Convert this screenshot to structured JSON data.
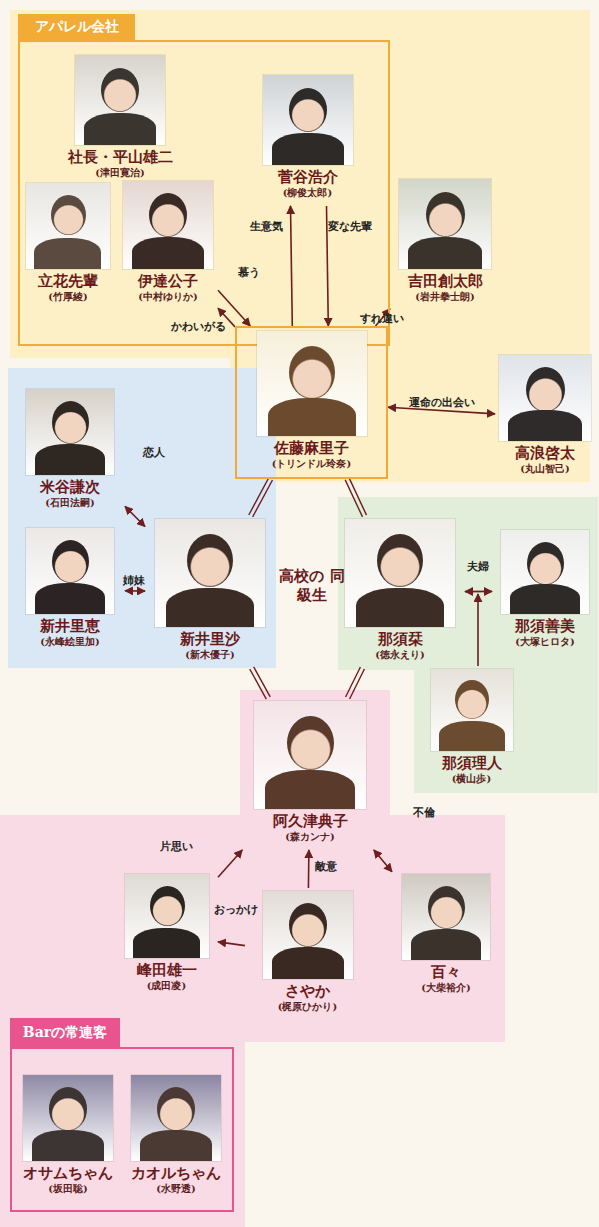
{
  "diagram": {
    "nodes": [
      {
        "text": [
          "アパレル会社"
        ]
      },
      {
        "text": [
          "社長・平山雄二",
          "(津田寛治)"
        ],
        "in": 0
      },
      {
        "text": [
          "菅谷浩介",
          "(柳俊太郎)"
        ],
        "in": 0
      },
      {
        "text": [
          "立花先輩",
          "(竹厚綾)"
        ],
        "in": 0
      },
      {
        "text": [
          "伊達公子",
          "(中村ゆりか)"
        ],
        "in": 0
      },
      {
        "text": [
          "吉田創太郎",
          "(岩井拳士朗)"
        ]
      },
      {
        "text": [
          "佐藤麻里子",
          "(トリンドル玲奈)"
        ]
      },
      {
        "text": [
          "高浪啓太",
          "(丸山智己)"
        ]
      },
      {
        "text": [
          "米谷謙次",
          "(石田法嗣)"
        ]
      },
      {
        "text": [
          "新井里恵",
          "(永峰絵里加)"
        ]
      },
      {
        "text": [
          "新井里沙",
          "(新木優子)"
        ]
      },
      {
        "text": [
          "那須栞",
          "(徳永えり)"
        ]
      },
      {
        "text": [
          "那須善美",
          "(大塚ヒロタ)"
        ]
      },
      {
        "text": [
          "那須理人",
          "(横山歩)"
        ]
      },
      {
        "text": [
          "阿久津典子",
          "(森カンナ)"
        ]
      },
      {
        "text": [
          "峰田雄一",
          "(成田凌)"
        ]
      },
      {
        "text": [
          "さやか",
          "(梶原ひかり)"
        ]
      },
      {
        "text": [
          "百々",
          "(大柴裕介)"
        ]
      },
      {
        "text": [
          "Barの常連客"
        ]
      },
      {
        "text": [
          "オサムちゃん",
          "(坂田聡)"
        ],
        "in": 18
      },
      {
        "text": [
          "カオルちゃん",
          "(水野透)"
        ],
        "in": 18
      }
    ],
    "edges": [
      {
        "from": 4,
        "to": 6,
        "label": "慕う",
        "arrow": "to"
      },
      {
        "from": 6,
        "to": 4,
        "label": "かわいがる",
        "arrow": "to"
      },
      {
        "from": 6,
        "to": 2,
        "label": "生意気",
        "arrow": "to"
      },
      {
        "from": 2,
        "to": 6,
        "label": "変な先輩",
        "arrow": "to"
      },
      {
        "from": 6,
        "to": 5,
        "label": "すれ違い",
        "arrow": "to"
      },
      {
        "from": 6,
        "to": 7,
        "label": "運命の出会い",
        "arrow": "both"
      },
      {
        "from": 8,
        "to": 10,
        "label": "恋人",
        "arrow": "both"
      },
      {
        "from": 9,
        "to": 10,
        "label": "姉妹",
        "arrow": "both"
      },
      {
        "from": 6,
        "to": 10,
        "arrow": "none"
      },
      {
        "from": 6,
        "to": 11,
        "arrow": "none"
      },
      {
        "from": 10,
        "to": 14,
        "arrow": "none"
      },
      {
        "from": 11,
        "to": 14,
        "arrow": "none"
      },
      {
        "from": 11,
        "to": 12,
        "label": "夫婦",
        "arrow": "both"
      },
      {
        "from": 15,
        "to": 14,
        "label": "片思い",
        "arrow": "to"
      },
      {
        "from": 16,
        "to": 15,
        "label": "おっかけ",
        "arrow": "to"
      },
      {
        "from": 16,
        "to": 14,
        "label": "敵意",
        "arrow": "to"
      },
      {
        "from": 14,
        "to": 17,
        "label": "不倫",
        "arrow": "both"
      }
    ],
    "labels": [
      "高校の 同級生"
    ]
  }
}
